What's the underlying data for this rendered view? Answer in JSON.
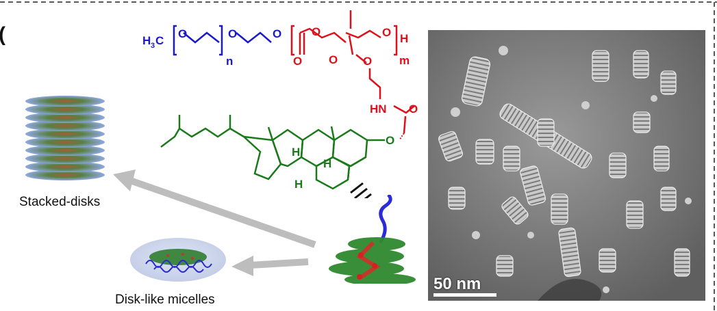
{
  "panel_letter": "(",
  "labels": {
    "stacked": "Stacked-disks",
    "micelle": "Disk-like micelles",
    "scale": "50 nm"
  },
  "chem": {
    "peg_start": "H",
    "peg_start_sub": "3",
    "peg_c": "C",
    "o_atom": "O",
    "n_sub": "n",
    "m_sub": "m",
    "h_end": "H",
    "hn": "HN",
    "h_stereo": "H"
  },
  "colors": {
    "peg": "#1a1acc",
    "methacrylate": "#e0101a",
    "cholesterol": "#1a7a1a",
    "arrow": "#bdbdbd"
  }
}
